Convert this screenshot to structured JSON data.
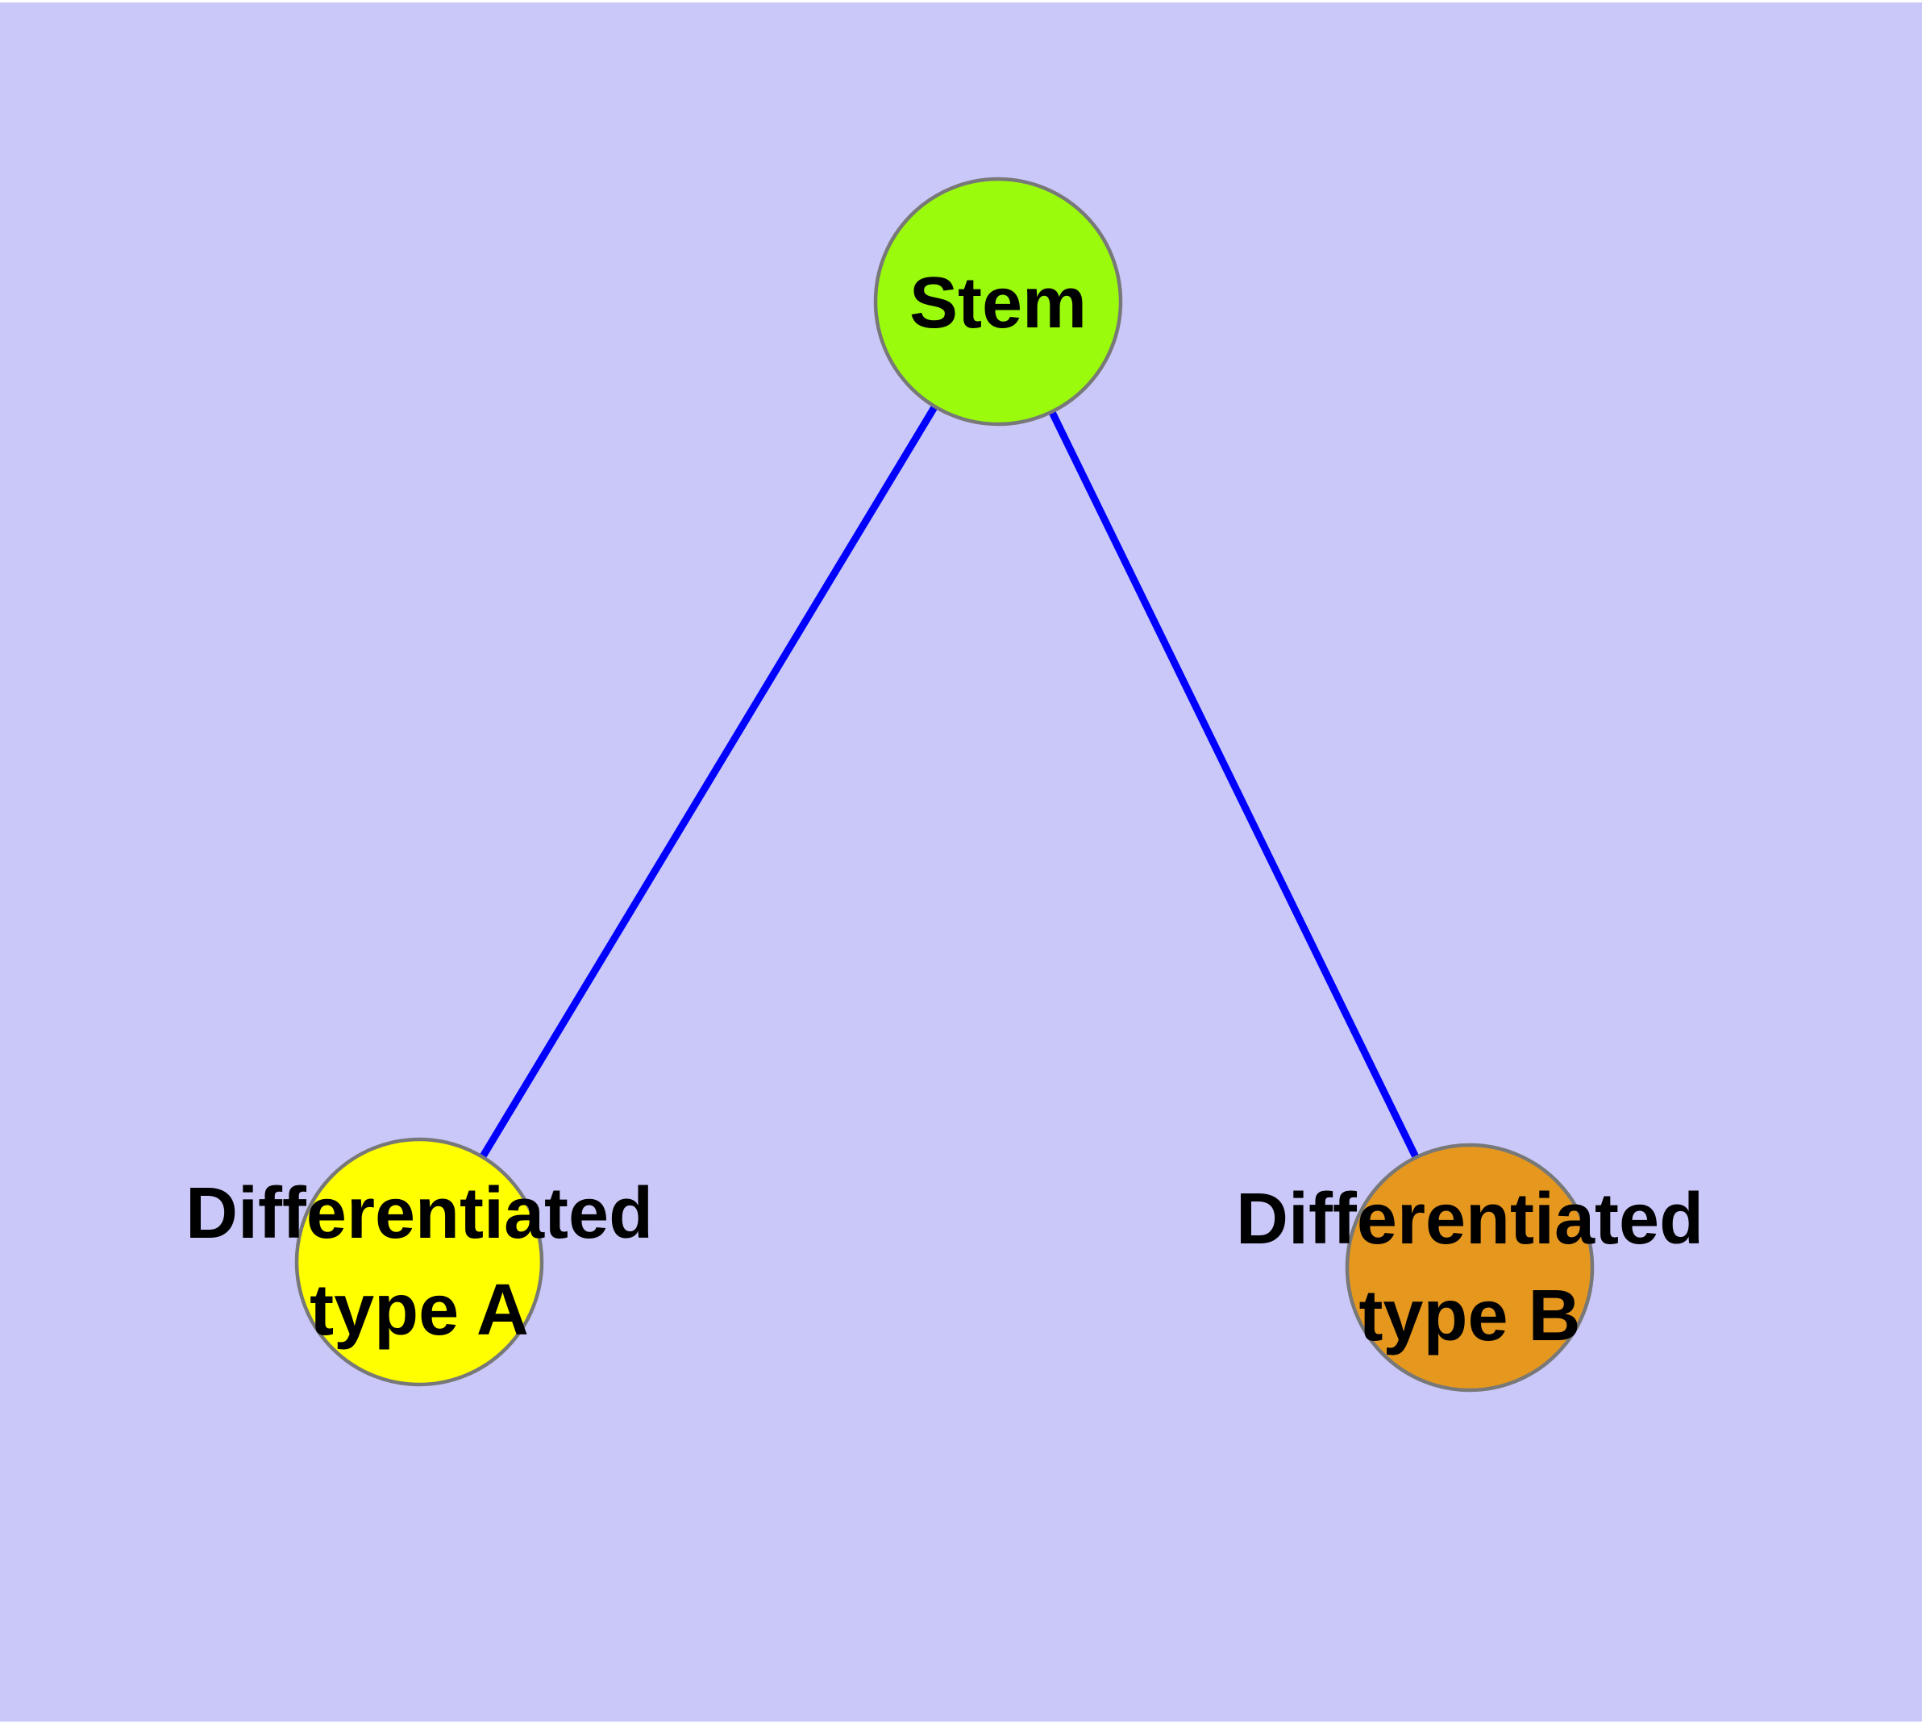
{
  "diagram": {
    "type": "node-link-graph",
    "background_color": "#C9C8F8",
    "frame_color": "#FFFFFF",
    "edge_color": "#0000FF",
    "node_border_color": "#787878",
    "text_color": "#000000",
    "nodes": {
      "stem": {
        "label": "Stem",
        "color": "#9AFB0C"
      },
      "type_a": {
        "label": "Differentiated\ntype A",
        "color": "#FFFF00"
      },
      "type_b": {
        "label": "Differentiated\ntype B",
        "color": "#E6981E"
      }
    },
    "edges": [
      {
        "from": "stem",
        "to": "type_a"
      },
      {
        "from": "stem",
        "to": "type_b"
      }
    ]
  }
}
